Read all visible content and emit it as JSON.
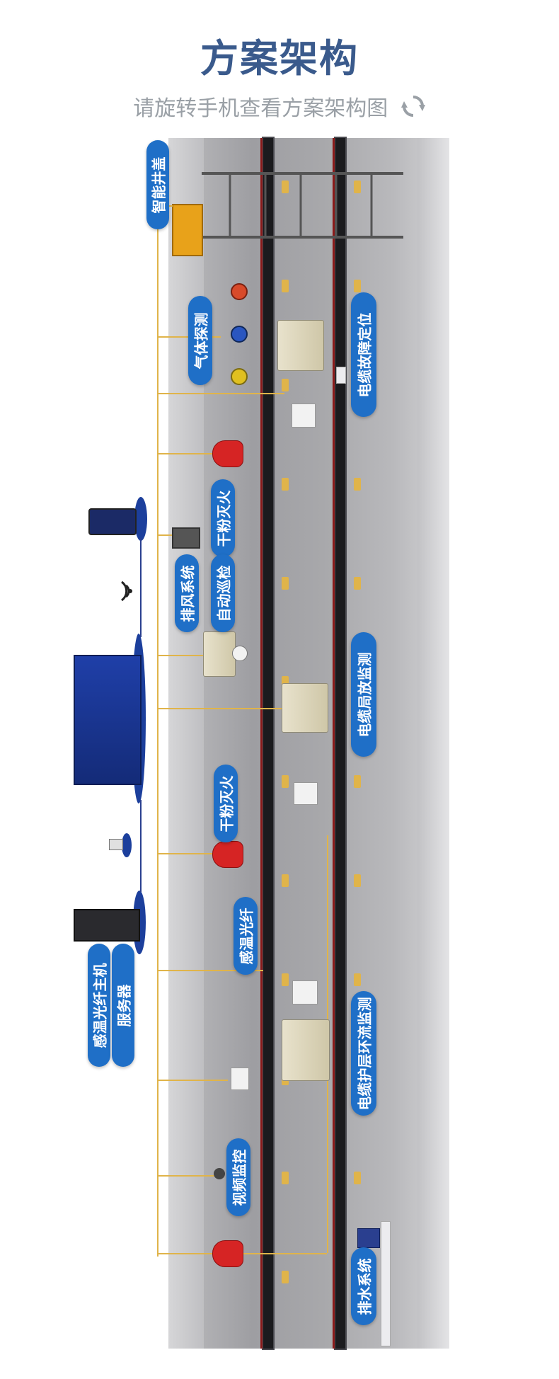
{
  "header": {
    "title": "方案架构",
    "subtitle": "请旋转手机查看方案架构图"
  },
  "icons": {
    "rotate": "rotate-icon",
    "wifi": "wifi-icon"
  },
  "labels": {
    "smart_manhole": "智能井盖",
    "gas_detect": "气体探测",
    "cable_fault": "电缆故障定位",
    "dry_powder_1": "干粉灭火",
    "ventilation": "排风系统",
    "auto_inspect": "自动巡检",
    "partial_discharge": "电缆局放监测",
    "dry_powder_2": "干粉灭火",
    "temp_fiber": "感温光纤",
    "fiber_host": "感温光纤主机",
    "server": "服务器",
    "sheath_current": "电缆护层环流监测",
    "video": "视频监控",
    "drainage": "排水系统"
  },
  "colors": {
    "title": "#3a5a8c",
    "label_bg": "#1f6fc7",
    "connector": "#e0b44a",
    "network": "#2a3f8f"
  }
}
